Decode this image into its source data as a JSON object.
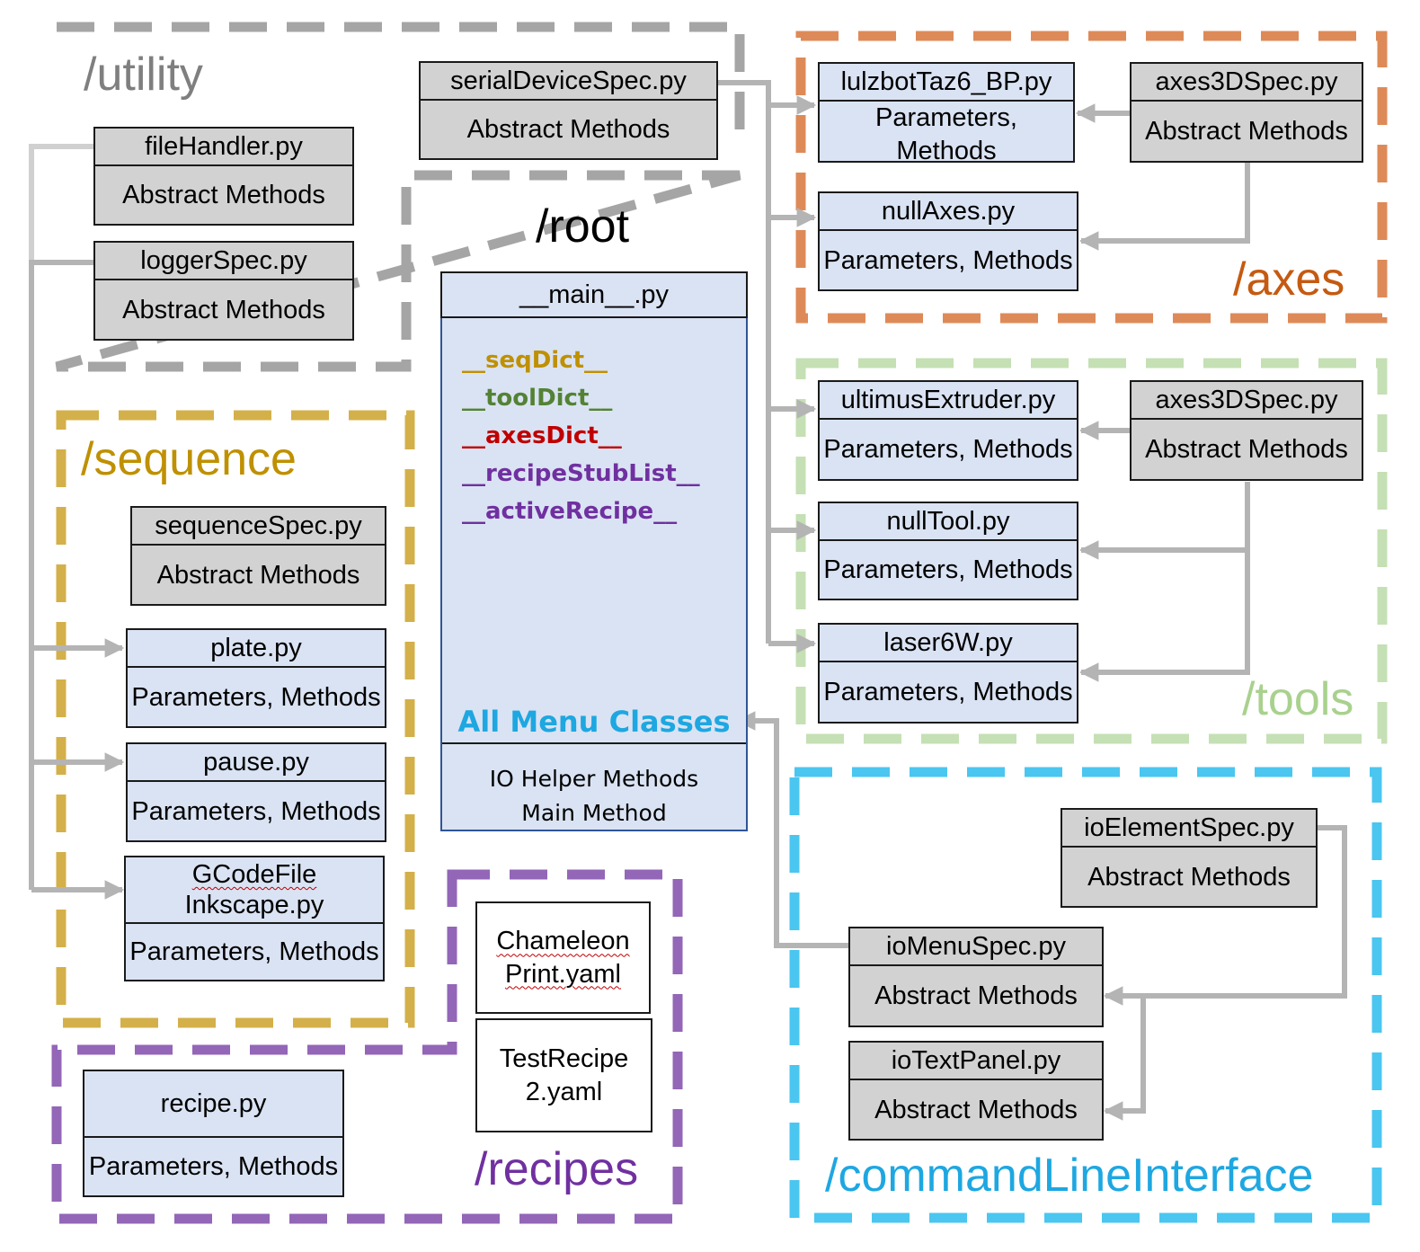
{
  "regions": {
    "utility": "/utility",
    "root": "/root",
    "axes": "/axes",
    "sequence": "/sequence",
    "tools": "/tools",
    "recipes": "/recipes",
    "command_line_interface": "/commandLineInterface"
  },
  "colors": {
    "utility": "#a5a5a5",
    "axes": "#de8a58",
    "sequence": "#d4b04a",
    "tools": "#c5e0b4",
    "recipes": "#9366b8",
    "command_line_interface": "#4ac6f0",
    "arrows": "#b4b4b4",
    "abstract_fill": "#d3d2d2",
    "concrete_fill": "#dae3f3"
  },
  "utility": {
    "file_handler": {
      "title": "fileHandler.py",
      "body": "Abstract Methods"
    },
    "logger_spec": {
      "title": "loggerSpec.py",
      "body": "Abstract Methods"
    },
    "serial_device_spec": {
      "title": "serialDeviceSpec.py",
      "body": "Abstract Methods"
    }
  },
  "axes": {
    "lulzbot": {
      "title": "lulzbotTaz6_BP.py",
      "body": "Parameters, Methods"
    },
    "null_axes": {
      "title": "nullAxes.py",
      "body": "Parameters, Methods"
    },
    "axes3d_spec": {
      "title": "axes3DSpec.py",
      "body": "Abstract Methods"
    }
  },
  "tools": {
    "ultimus": {
      "title": "ultimusExtruder.py",
      "body": "Parameters, Methods"
    },
    "null_tool": {
      "title": "nullTool.py",
      "body": "Parameters, Methods"
    },
    "laser": {
      "title": "laser6W.py",
      "body": "Parameters, Methods"
    },
    "axes3d_spec": {
      "title": "axes3DSpec.py",
      "body": "Abstract Methods"
    }
  },
  "sequence": {
    "sequence_spec": {
      "title": "sequenceSpec.py",
      "body": "Abstract Methods"
    },
    "plate": {
      "title": "plate.py",
      "body": "Parameters, Methods"
    },
    "pause": {
      "title": "pause.py",
      "body": "Parameters, Methods"
    },
    "gcode": {
      "title_line1": "GCodeFile",
      "title_line2": "Inkscape.py",
      "body": "Parameters, Methods"
    }
  },
  "root": {
    "main": {
      "title": "__main__.py",
      "dicts": [
        {
          "label": "__seqDict__",
          "color": "#bf9000"
        },
        {
          "label": "__toolDict__",
          "color": "#548235"
        },
        {
          "label": "__axesDict__",
          "color": "#c00000"
        },
        {
          "label": "__recipeStubList__",
          "color": "#7030a0"
        },
        {
          "label": "__activeRecipe__",
          "color": "#7030a0"
        }
      ],
      "menu_classes": "All Menu Classes",
      "footer_line1": "IO Helper Methods",
      "footer_line2": "Main Method"
    }
  },
  "recipes": {
    "recipe": {
      "title": "recipe.py",
      "body": "Parameters, Methods"
    },
    "chameleon": {
      "line1": "Chameleon",
      "line2": "Print.yaml"
    },
    "test_recipe": {
      "line1": "TestRecipe",
      "line2": "2.yaml"
    }
  },
  "cli": {
    "io_element_spec": {
      "title": "ioElementSpec.py",
      "body": "Abstract Methods"
    },
    "io_menu_spec": {
      "title": "ioMenuSpec.py",
      "body": "Abstract Methods"
    },
    "io_text_panel": {
      "title": "ioTextPanel.py",
      "body": "Abstract Methods"
    }
  }
}
